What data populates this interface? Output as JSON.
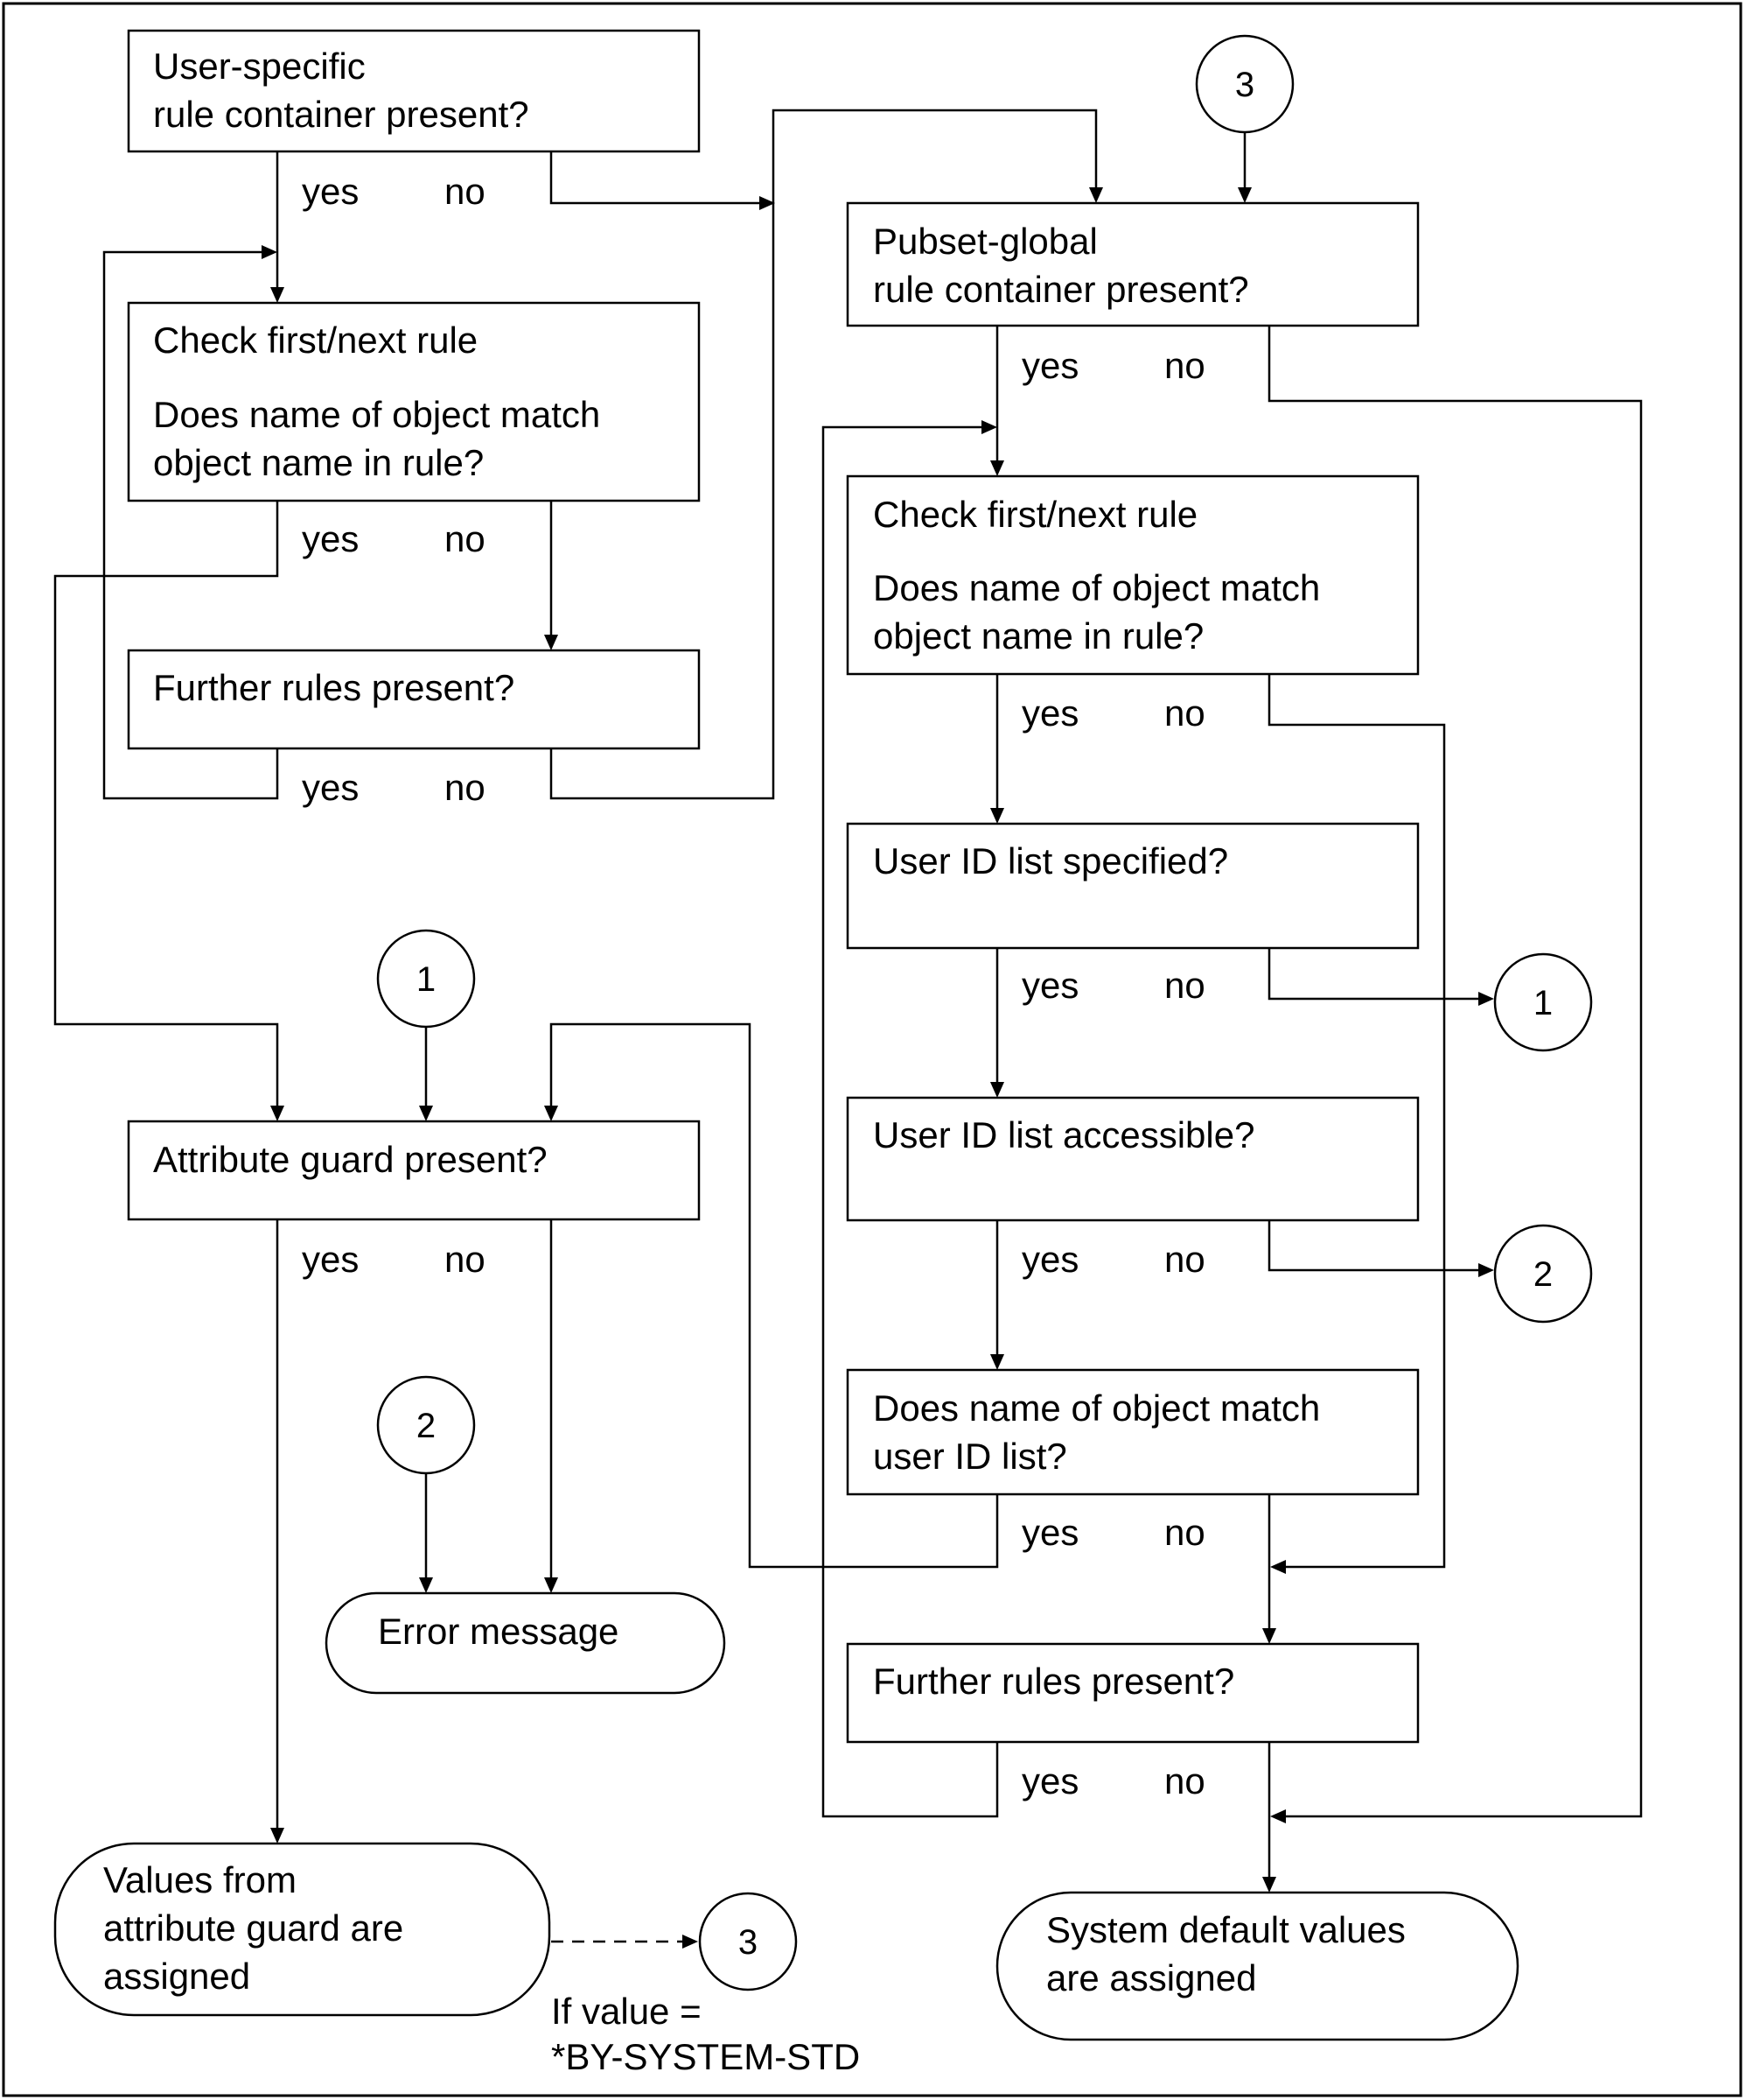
{
  "left": {
    "user_container": [
      "User-specific",
      "rule container present?"
    ],
    "check_rule": {
      "line1": "Check first/next rule",
      "line2": "Does name of object match",
      "line3": "object name in rule?"
    },
    "further_rules": "Further rules present?",
    "attribute_guard": "Attribute guard present?",
    "error_message": "Error message",
    "values_assigned": [
      "Values from",
      "attribute guard are",
      "assigned"
    ],
    "note": [
      "If value =",
      "*BY-SYSTEM-STD"
    ]
  },
  "right": {
    "pubset_container": [
      "Pubset-global",
      "rule container present?"
    ],
    "check_rule": {
      "line1": "Check first/next rule",
      "line2": "Does name of object match",
      "line3": "object name in rule?"
    },
    "userid_specified": "User ID list specified?",
    "userid_accessible": "User ID list accessible?",
    "match_userid": [
      "Does name of object match",
      "user ID list?"
    ],
    "further_rules": "Further rules present?",
    "system_default": [
      "System default values",
      "are assigned"
    ]
  },
  "labels": {
    "yes": "yes",
    "no": "no"
  },
  "connectors": {
    "c1": "1",
    "c2": "2",
    "c3": "3"
  }
}
